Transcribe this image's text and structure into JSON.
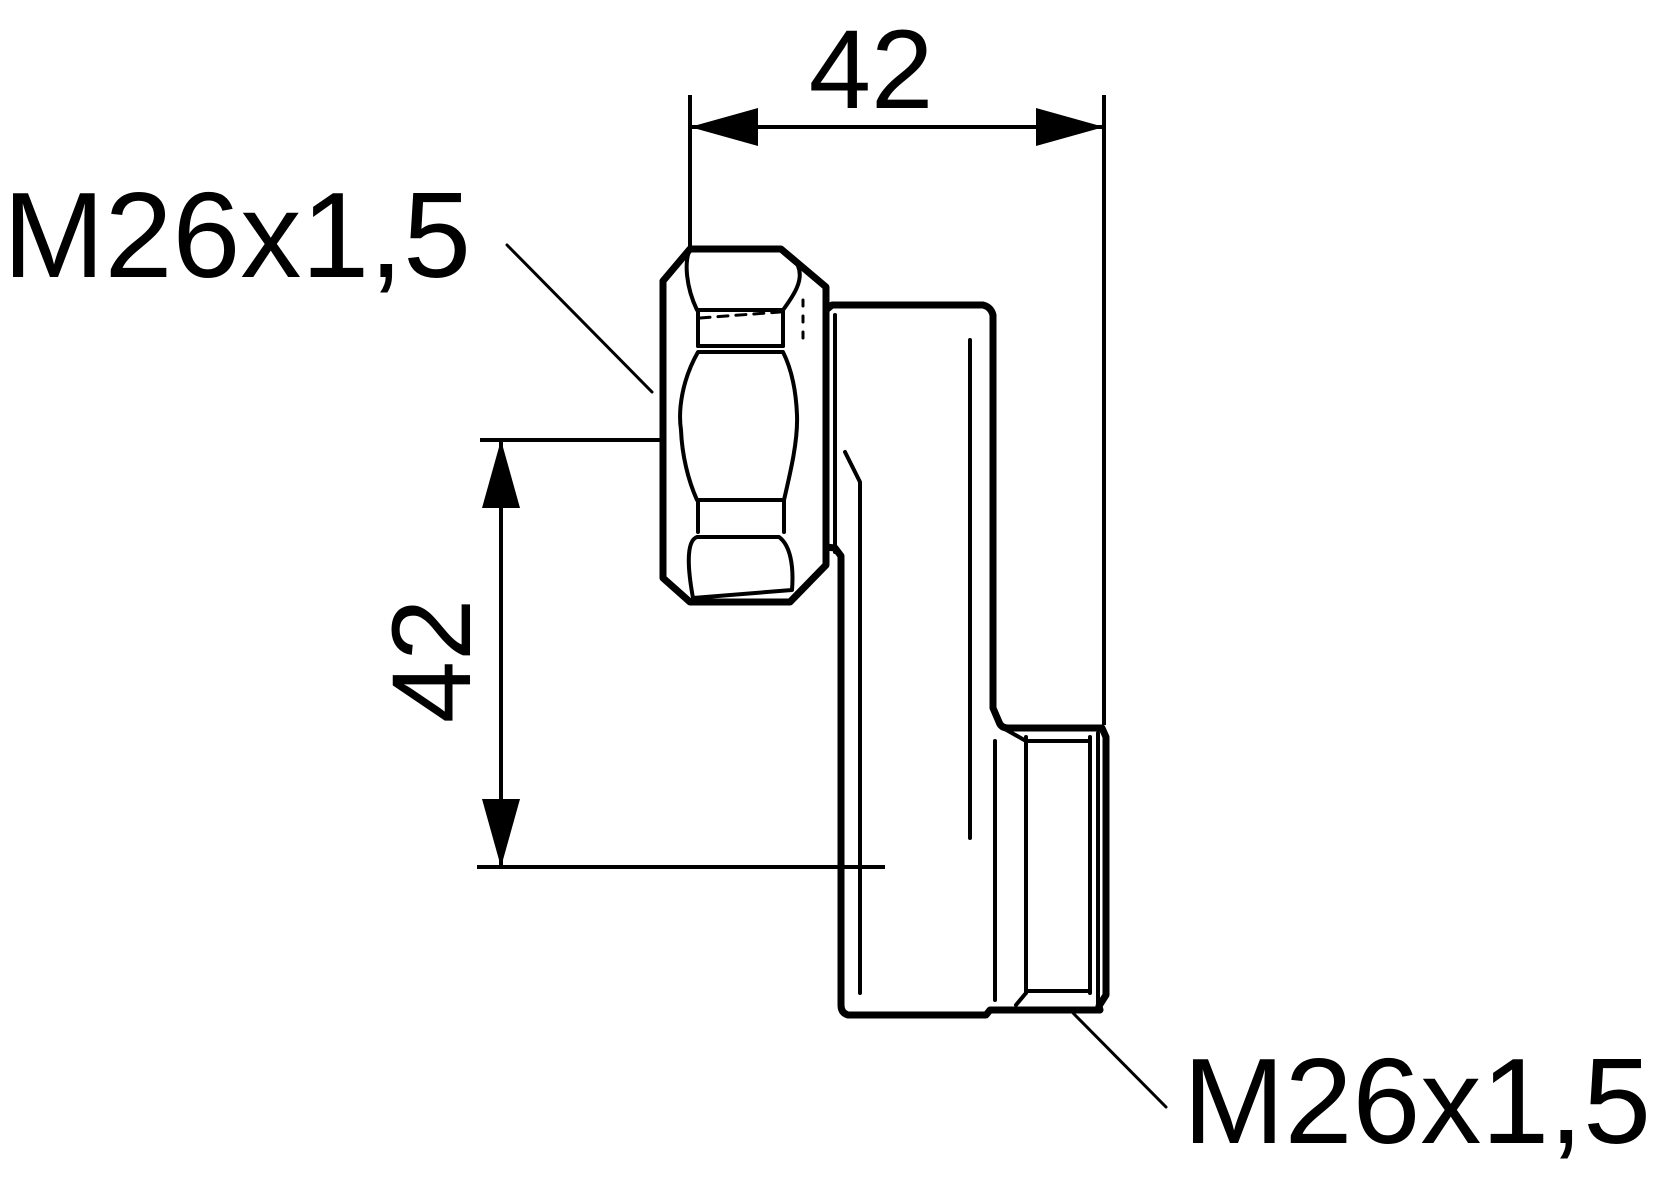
{
  "drawing": {
    "dimension_top": "42",
    "dimension_left": "42",
    "thread_label_top": "M26x1,5",
    "thread_label_bottom": "M26x1,5"
  }
}
